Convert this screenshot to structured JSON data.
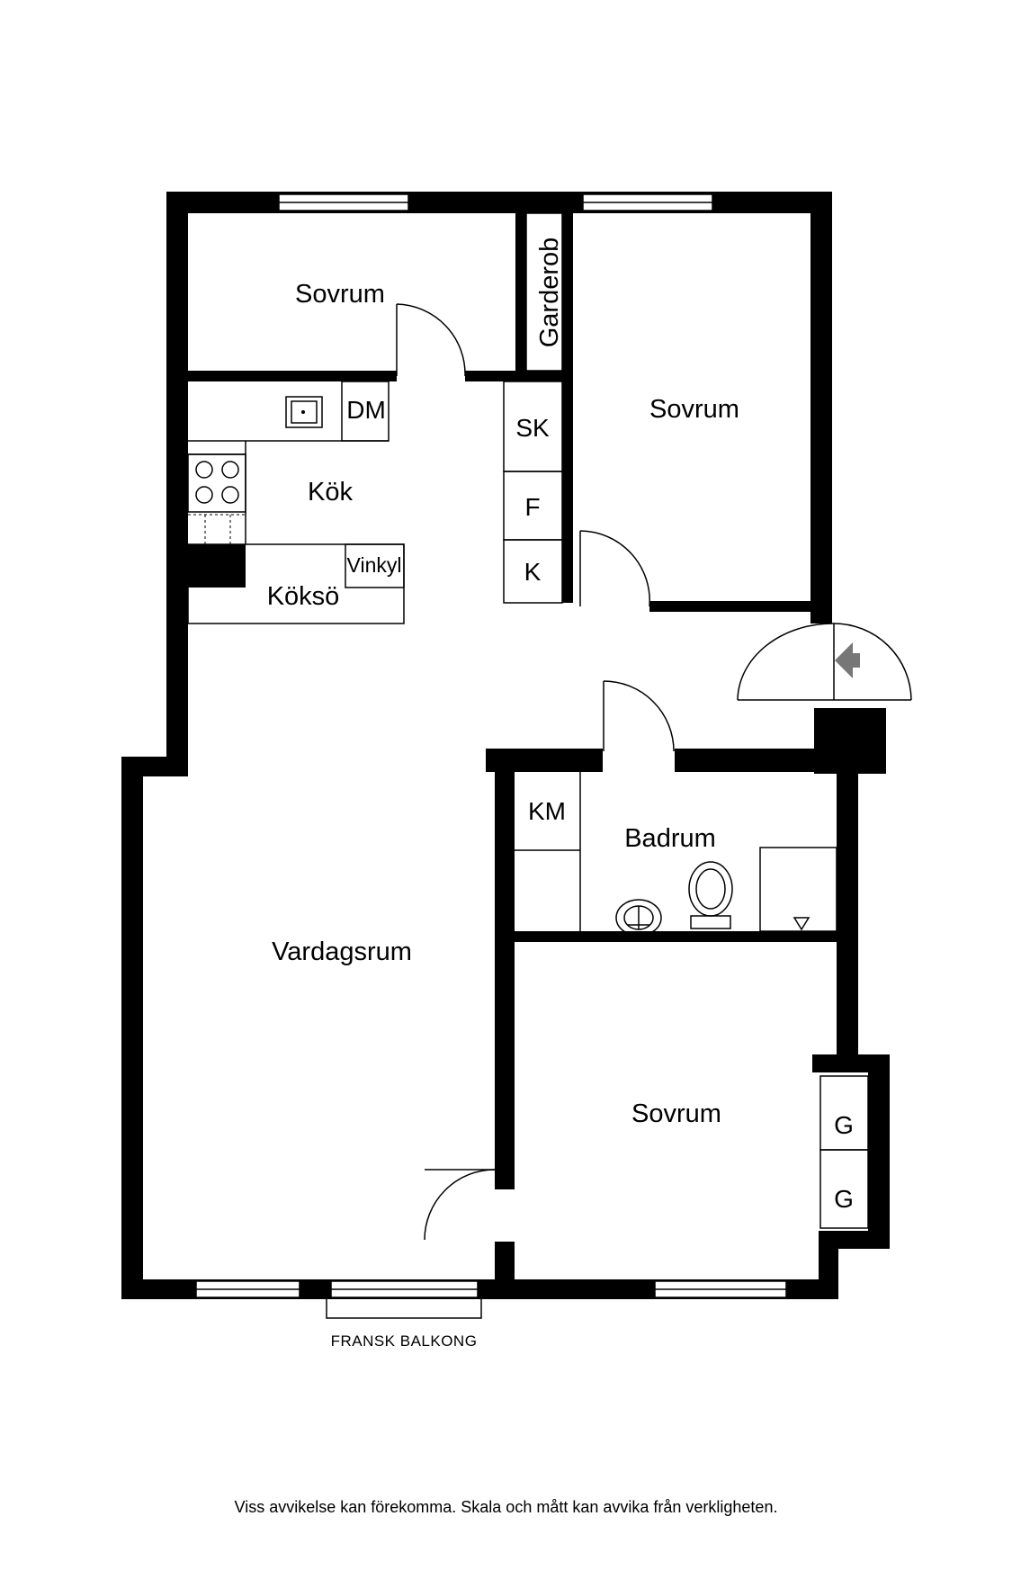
{
  "rooms": {
    "bedroom_top_left": "Sovrum",
    "wardrobe": "Garderob",
    "bedroom_top_right": "Sovrum",
    "kitchen": "Kök",
    "kitchen_island": "Köksö",
    "living_room": "Vardagsrum",
    "bathroom": "Badrum",
    "bedroom_bottom": "Sovrum"
  },
  "fixtures": {
    "dishwasher": "DM",
    "fridge_freezer": "Vinkyl",
    "cabinet_sk": "SK",
    "cabinet_f": "F",
    "cabinet_k": "K",
    "washing_machine": "KM",
    "closet_1": "G",
    "closet_2": "G"
  },
  "balcony_label": "FRANSK BALKONG",
  "disclaimer": "Viss avvikelse kan förekomma. Skala och mått kan avvika från verkligheten.",
  "icons": {
    "entrance": "entrance-arrow-icon"
  }
}
